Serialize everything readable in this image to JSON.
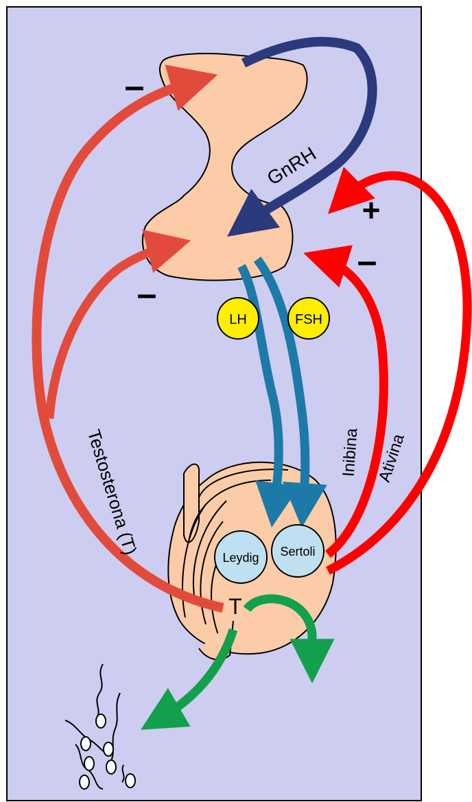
{
  "labels": {
    "gnrh": "GnRH",
    "lh": "LH",
    "fsh": "FSH",
    "testosterone": "Testosterona (T)",
    "inhibin": "Inibina",
    "activin": "Ativina",
    "leydig": "Leydig",
    "sertoli": "Sertoli",
    "t": "T",
    "minus_hypothalamus": "–",
    "minus_pituitary_left": "–",
    "minus_pituitary_right": "–",
    "plus_pituitary_right": "+"
  },
  "colors": {
    "background_panel": "#cccdf0",
    "tissue": "#fbcca7",
    "outline": "#000000",
    "gnrh_arrow": "#2b3a7c",
    "gonadotropin_arrow": "#1b7aa8",
    "testosterone_arrow": "#e24b3b",
    "inhibin_activin_arrow": "#ff0000",
    "sperm_arrow": "#12a04c",
    "hormone_badge": "#ffee00",
    "cell_fill": "#bfe0f0"
  }
}
